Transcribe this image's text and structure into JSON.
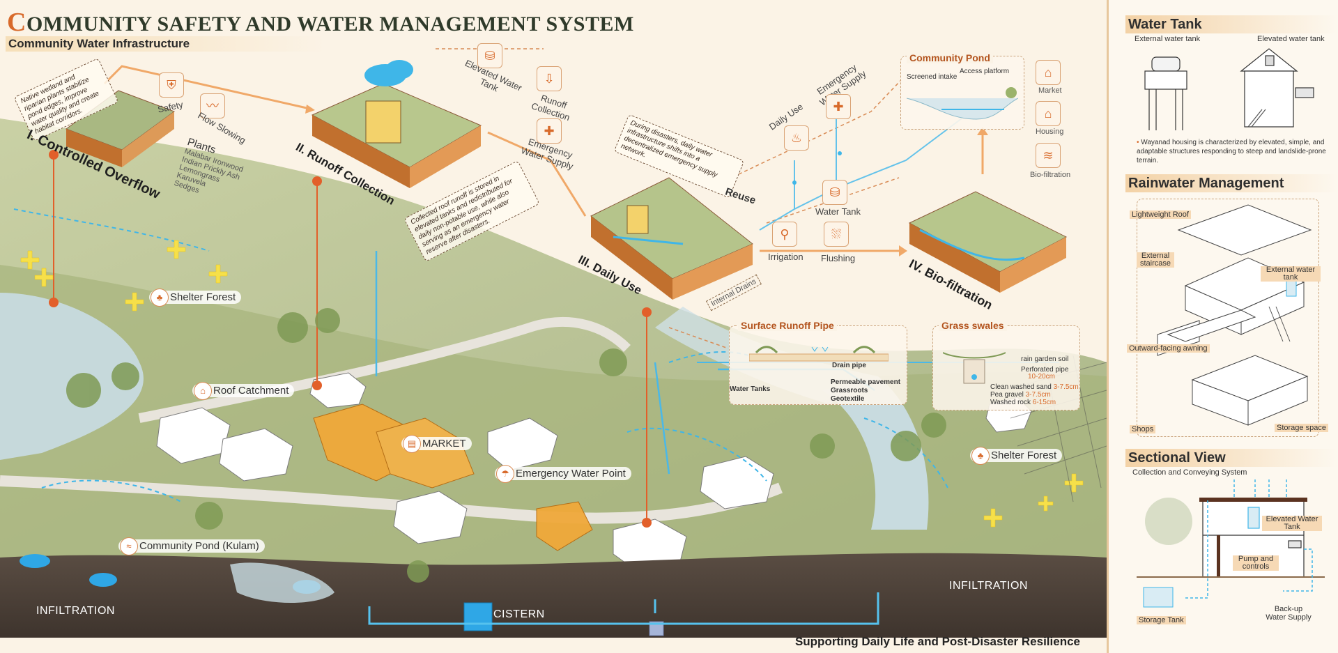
{
  "title": {
    "first_letter": "C",
    "rest": "OMMUNITY SAFETY AND WATER MANAGEMENT SYSTEM"
  },
  "subtitle": "Community Water Infrastructure",
  "bottom_caption": "Supporting Daily Life and Post-Disaster Resilience",
  "stages": {
    "s1": "I. Controlled Overflow",
    "s2": "II. Runoff Collection",
    "s3": "III. Daily Use",
    "s4": "IV. Bio-filtration"
  },
  "notes": {
    "wetland": "Native wetland and riparian plants stabilize pond edges, improve water quality and create habitat corridors.",
    "collected": "Collected roof runoff is stored in elevated tanks and redistributed for daily non-potable use, while also serving as an emergency water reserve after disasters.",
    "disaster": "During disasters, daily water infrastructure shifts into a decentralized emergency supply network."
  },
  "top_icons": {
    "safety": "Safety",
    "flow_slowing": "Flow Slowing",
    "elevated_tank": "Elevated Water Tank",
    "runoff_collection": "Runoff Collection",
    "emergency_supply": "Emergency Water Supply",
    "daily_use": "Daily Use",
    "emergency_supply_2": "Emergency Water Supply",
    "water_tank": "Water Tank",
    "irrigation": "Irrigation",
    "flushing": "Flushing",
    "reuse": "Reuse",
    "internal_drains": "Internal Drains",
    "market": "Market",
    "housing": "Housing",
    "bio_filtration": "Bio-filtration"
  },
  "plants": {
    "heading": "Plants",
    "items": [
      "Malabar Ironwood",
      "Indian Prickly Ash",
      "Lemongrass",
      "Karuvela",
      "Sedges"
    ]
  },
  "community_pond": {
    "title": "Community Pond",
    "screened_intake": "Screened intake",
    "access_platform": "Access platform"
  },
  "surface_runoff": {
    "title": "Surface Runoff Pipe",
    "drain_pipe": "Drain pipe",
    "water_tanks": "Water Tanks",
    "layers": [
      "Permeable pavement",
      "Grassroots",
      "Geotextile"
    ]
  },
  "grass_swales": {
    "title": "Grass swales",
    "rain_garden": "rain garden soil",
    "perforated": "Perforated pipe",
    "perforated_size": "10-20cm",
    "clean_sand": "Clean washed sand",
    "clean_sand_size": "3-7.5cm",
    "pea_gravel": "Pea gravel",
    "pea_gravel_size": "3-7.5cm",
    "washed_rock": "Washed rock",
    "washed_rock_size": "6-15cm"
  },
  "map_labels": {
    "shelter_forest_left": "Shelter Forest",
    "roof_catchment": "Roof Catchment",
    "market": "MARKET",
    "emergency_point": "Emergency Water Point",
    "community_pond_kulam": "Community Pond (Kulam)",
    "shelter_forest_right": "Shelter Forest",
    "infiltration_left": "INFILTRATION",
    "cistern": "CISTERN",
    "infiltration_right": "INFILTRATION"
  },
  "panel": {
    "water_tank": {
      "heading": "Water Tank",
      "external": "External water tank",
      "elevated": "Elevated water tank",
      "description": "Wayanad housing is characterized by elevated, simple, and adaptable structures responding to steep and landslide-prone terrain."
    },
    "rainwater": {
      "heading": "Rainwater Management",
      "lightweight_roof": "Lightweight Roof",
      "external_staircase": "External staircase",
      "external_water_tank": "External water tank",
      "awning": "Outward-facing  awning",
      "shops": "Shops",
      "storage_space": "Storage space"
    },
    "sectional": {
      "heading": "Sectional View",
      "sub": "Collection and Conveying System",
      "elevated_tank": "Elevated Water Tank",
      "pump": "Pump and controls",
      "storage_tank": "Storage Tank",
      "backup": "Back-up Water Supply"
    }
  },
  "colors": {
    "accent_orange": "#d86a2b",
    "water_blue": "#3fb6e8",
    "background": "#fbf3e6",
    "ground": "#4b3f36"
  }
}
